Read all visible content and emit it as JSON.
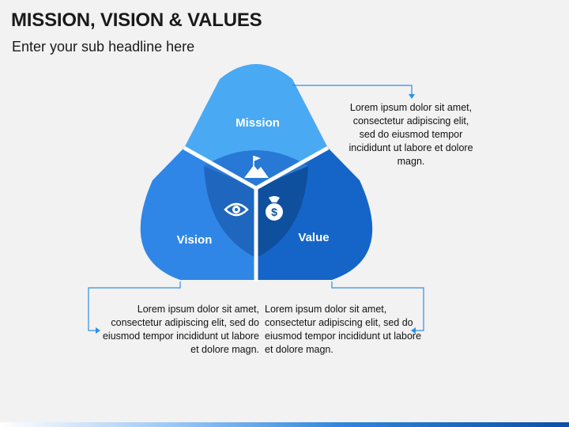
{
  "header": {
    "title": "MISSION, VISION & VALUES",
    "subtitle": "Enter your sub headline here"
  },
  "segments": {
    "mission": {
      "label": "Mission",
      "color": "#4aa9f3",
      "icon": "flag-mountain-icon"
    },
    "vision": {
      "label": "Vision",
      "color": "#2f86e6",
      "icon": "eye-icon"
    },
    "value": {
      "label": "Value",
      "color": "#1565c8",
      "icon": "money-bag-icon"
    }
  },
  "descriptions": {
    "mission": "Lorem ipsum dolor sit amet, consectetur adipiscing elit, sed do eiusmod tempor incididunt ut labore et dolore magn.",
    "vision": "Lorem ipsum dolor sit amet, consectetur adipiscing elit, sed do eiusmod tempor incididunt ut labore et dolore magn.",
    "value": "Lorem ipsum dolor sit amet, consectetur adipiscing elit, sed do eiusmod tempor incididunt ut labore et dolore magn."
  },
  "colors": {
    "connector": "#2f8fe8",
    "center_mission": "#2878d6",
    "center_vision": "#1f66bf",
    "center_value": "#0e4f9e"
  }
}
